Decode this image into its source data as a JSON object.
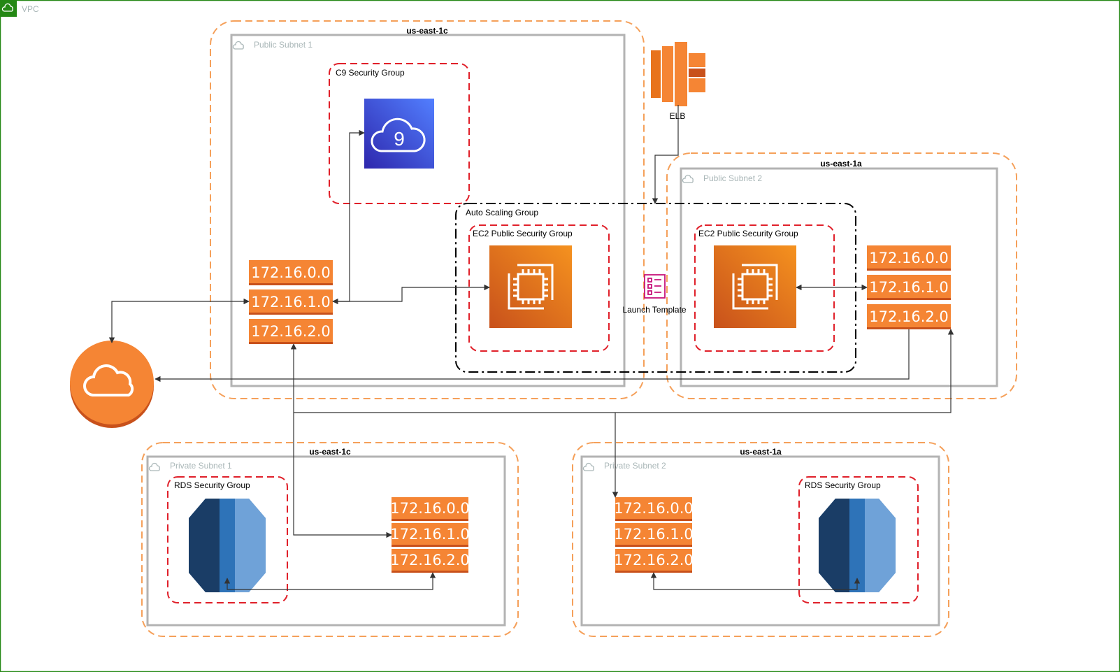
{
  "vpc": {
    "label": "VPC",
    "border_color": "#248814"
  },
  "zones": [
    {
      "label": "us-east-1c"
    },
    {
      "label": "us-east-1a"
    },
    {
      "label": "us-east-1c"
    },
    {
      "label": "us-east-1a"
    }
  ],
  "subnets": [
    {
      "label": "Public Subnet 1"
    },
    {
      "label": "Public Subnet 2"
    },
    {
      "label": "Private Subnet 1"
    },
    {
      "label": "Private Subnet 2"
    }
  ],
  "security_groups": [
    {
      "label": "C9 Security Group"
    },
    {
      "label": "EC2 Public Security Group"
    },
    {
      "label": "EC2 Public Security Group"
    },
    {
      "label": "RDS Security Group"
    },
    {
      "label": "RDS Security Group"
    }
  ],
  "autoscaling": {
    "label": "Auto Scaling Group"
  },
  "elb": {
    "label": "ELB",
    "icon": "elb-icon"
  },
  "launch_template": {
    "label": "Launch Template",
    "icon": "launch-template-icon"
  },
  "cloud9": {
    "icon": "cloud9-icon",
    "digit": "9"
  },
  "route_tables": [
    {
      "rows": [
        "172.16.0.0",
        "172.16.1.0",
        "172.16.2.0"
      ]
    },
    {
      "rows": [
        "172.16.0.0",
        "172.16.1.0",
        "172.16.2.0"
      ]
    },
    {
      "rows": [
        "172.16.0.0",
        "172.16.1.0",
        "172.16.2.0"
      ]
    },
    {
      "rows": [
        "172.16.0.0",
        "172.16.1.0",
        "172.16.2.0"
      ]
    }
  ],
  "icons": {
    "internet_gateway": "internet-gateway-icon",
    "ec2": "ec2-instance-icon",
    "rds": "rds-database-icon"
  },
  "colors": {
    "zone_border": "#f5a05a",
    "subnet_border": "#b3b3b3",
    "security_group_border": "#e0202a",
    "aws_orange": "#f58534",
    "ec2_orange": "#e8731c",
    "cloud9_blue": "#3b48cc",
    "rds_blue": "#2e73b8",
    "launch_template_pink": "#c7137a"
  }
}
